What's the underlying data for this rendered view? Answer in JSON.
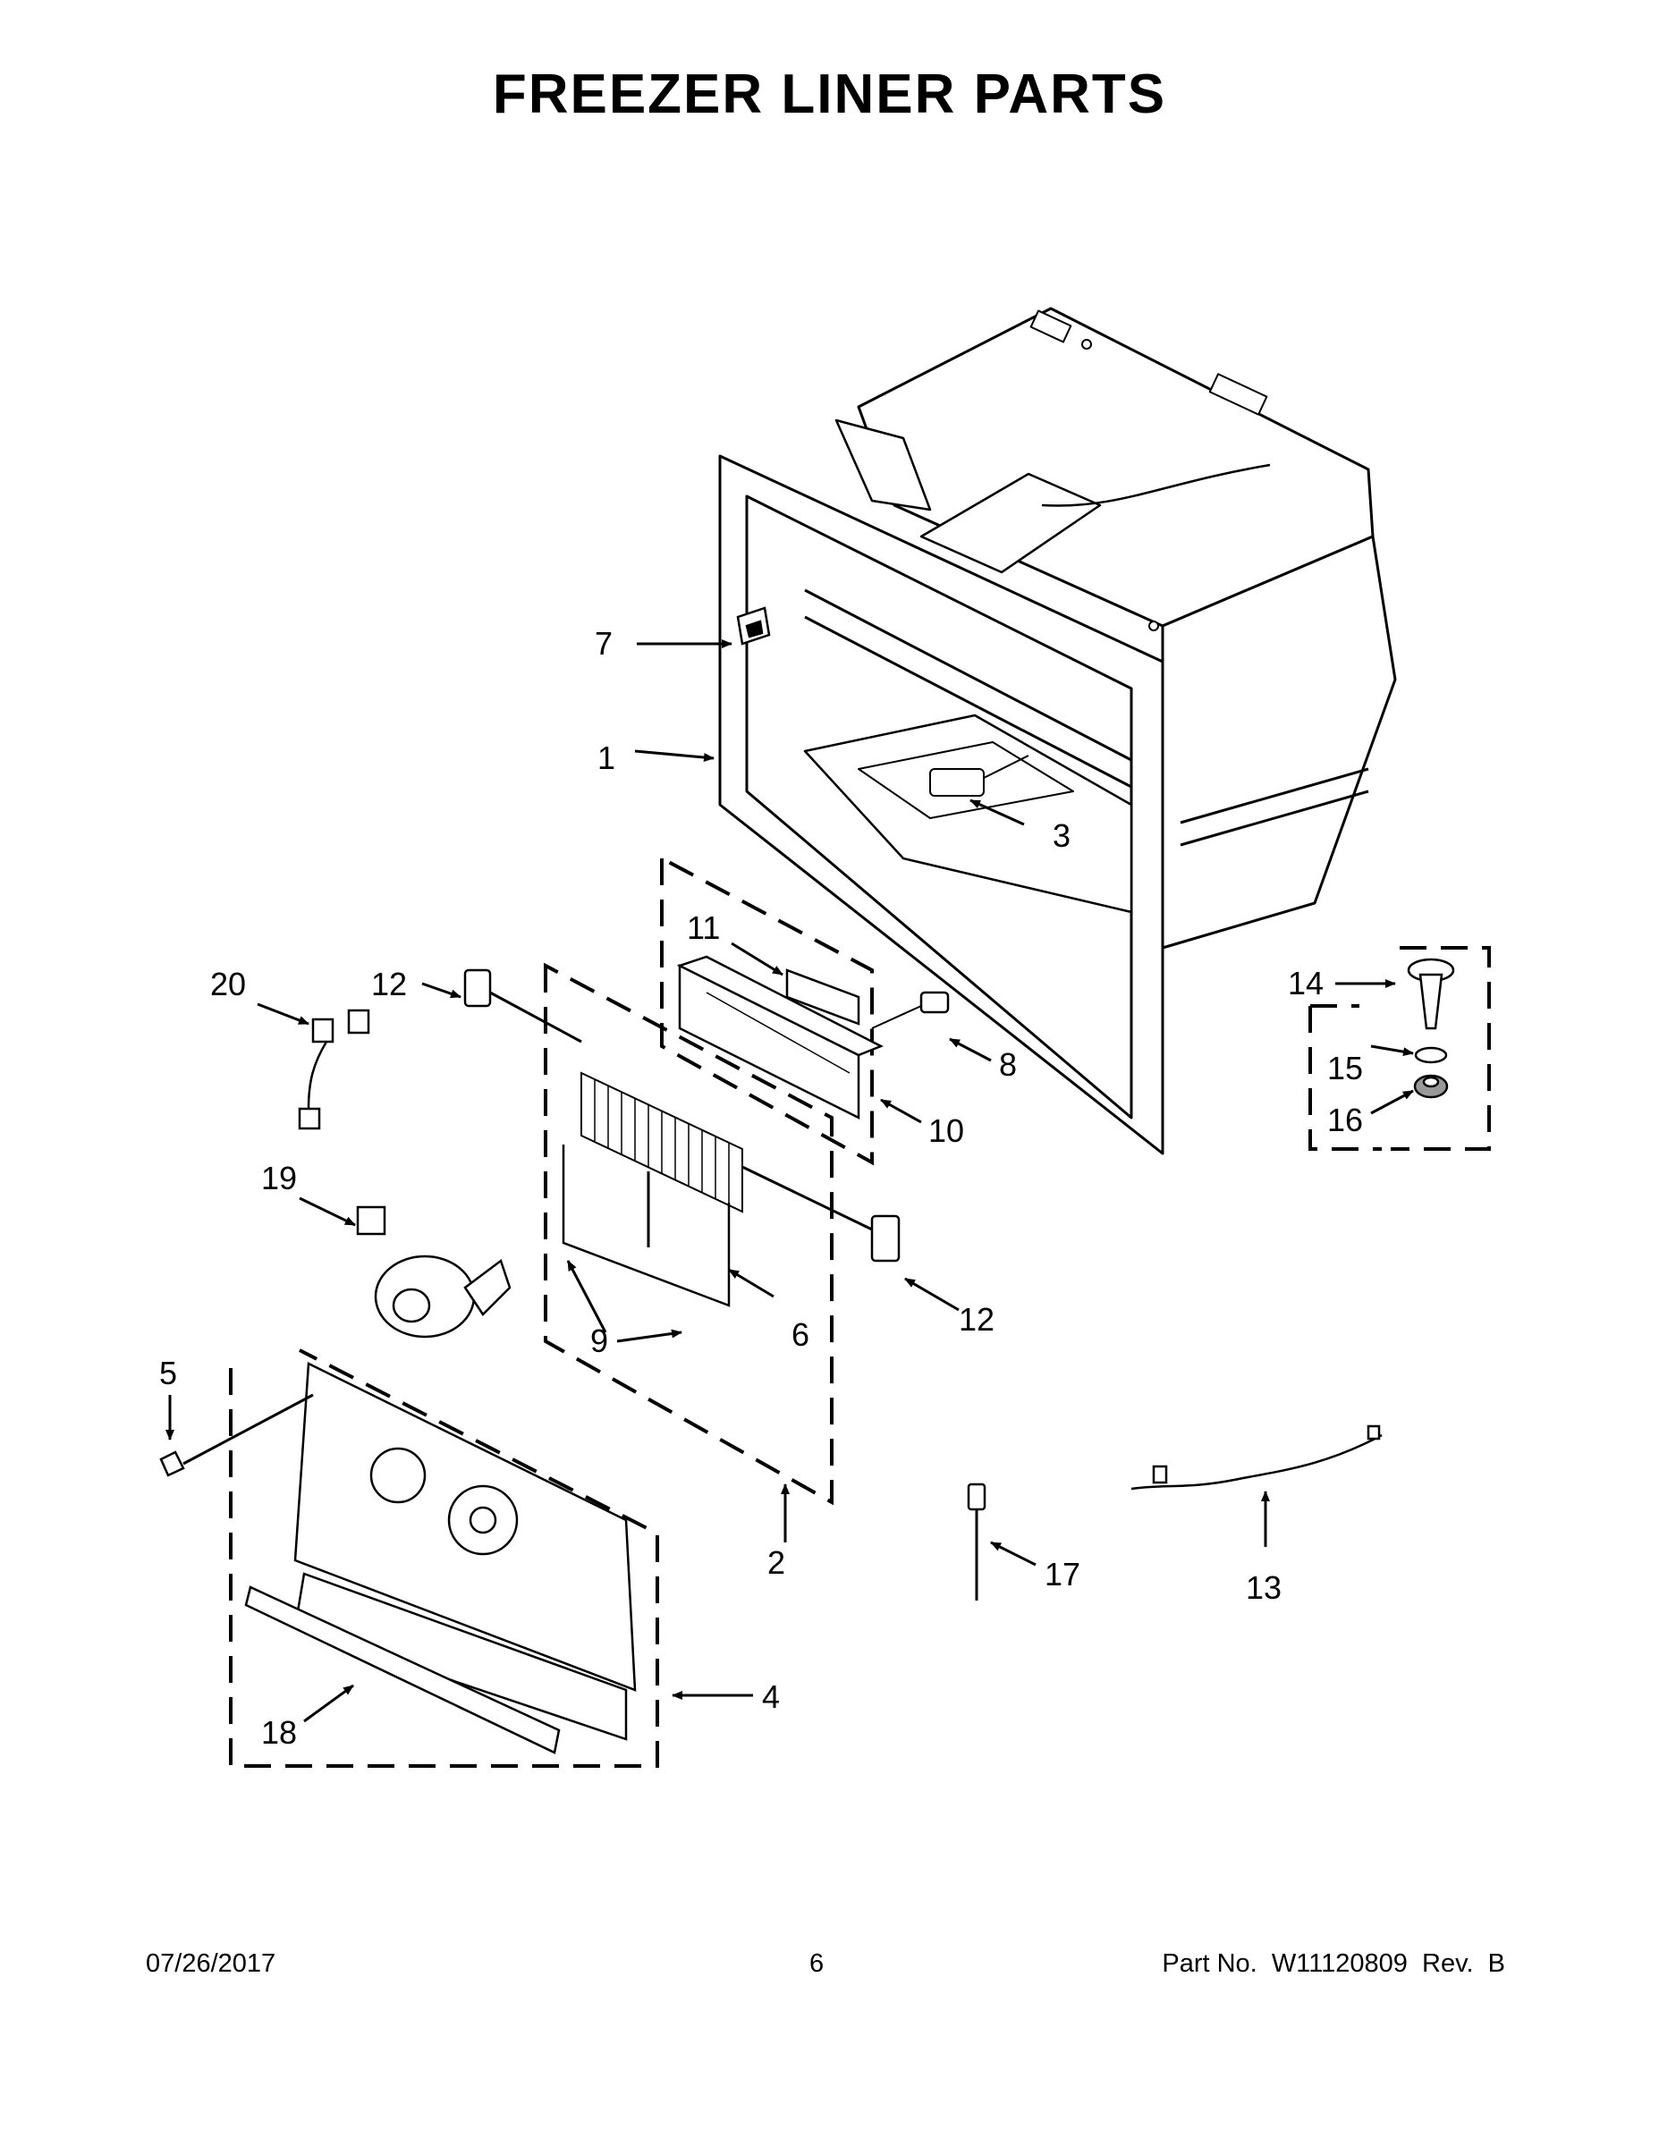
{
  "title": "FREEZER LINER PARTS",
  "footer": {
    "date": "07/26/2017",
    "page": "6",
    "part_number": "Part No.  W11120809  Rev.  B"
  },
  "callouts": [
    "1",
    "2",
    "3",
    "4",
    "5",
    "6",
    "7",
    "8",
    "9",
    "10",
    "11",
    "12",
    "12",
    "13",
    "14",
    "15",
    "16",
    "17",
    "18",
    "19",
    "20"
  ]
}
